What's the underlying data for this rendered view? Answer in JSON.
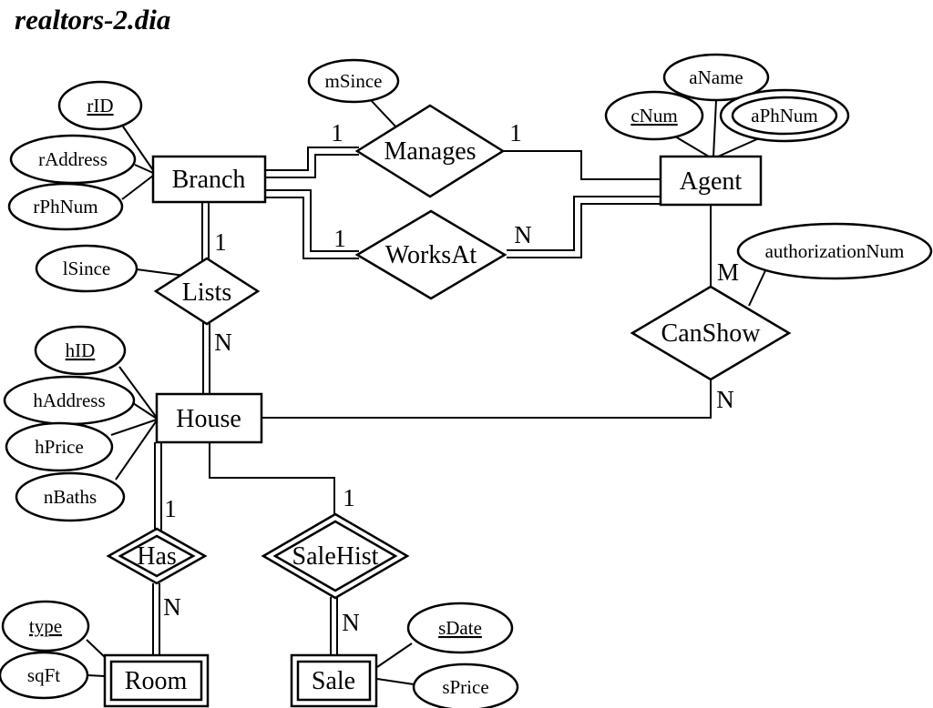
{
  "title": "realtors-2.dia",
  "diagram": {
    "entities": [
      {
        "id": "branch",
        "label": "Branch",
        "weak": false
      },
      {
        "id": "agent",
        "label": "Agent",
        "weak": false
      },
      {
        "id": "house",
        "label": "House",
        "weak": false
      },
      {
        "id": "room",
        "label": "Room",
        "weak": true
      },
      {
        "id": "sale",
        "label": "Sale",
        "weak": true
      }
    ],
    "relationships": [
      {
        "id": "manages",
        "label": "Manages",
        "identifying": false
      },
      {
        "id": "worksat",
        "label": "WorksAt",
        "identifying": false
      },
      {
        "id": "lists",
        "label": "Lists",
        "identifying": false
      },
      {
        "id": "canshow",
        "label": "CanShow",
        "identifying": false
      },
      {
        "id": "has",
        "label": "Has",
        "identifying": true
      },
      {
        "id": "salehist",
        "label": "SaleHist",
        "identifying": true
      }
    ],
    "attributes": [
      {
        "id": "rid",
        "label": "rID",
        "key": true,
        "multivalued": false,
        "owner": "Branch"
      },
      {
        "id": "raddress",
        "label": "rAddress",
        "key": false,
        "multivalued": false,
        "owner": "Branch"
      },
      {
        "id": "rphnum",
        "label": "rPhNum",
        "key": false,
        "multivalued": false,
        "owner": "Branch"
      },
      {
        "id": "msince",
        "label": "mSince",
        "key": false,
        "multivalued": false,
        "owner": "Manages"
      },
      {
        "id": "aname",
        "label": "aName",
        "key": false,
        "multivalued": false,
        "owner": "Agent"
      },
      {
        "id": "cnum",
        "label": "cNum",
        "key": true,
        "multivalued": false,
        "owner": "Agent"
      },
      {
        "id": "aphnum",
        "label": "aPhNum",
        "key": false,
        "multivalued": true,
        "owner": "Agent"
      },
      {
        "id": "lsince",
        "label": "lSince",
        "key": false,
        "multivalued": false,
        "owner": "Lists"
      },
      {
        "id": "authorizationnum",
        "label": "authorizationNum",
        "key": false,
        "multivalued": false,
        "owner": "CanShow"
      },
      {
        "id": "hid",
        "label": "hID",
        "key": true,
        "multivalued": false,
        "owner": "House"
      },
      {
        "id": "haddress",
        "label": "hAddress",
        "key": false,
        "multivalued": false,
        "owner": "House"
      },
      {
        "id": "hprice",
        "label": "hPrice",
        "key": false,
        "multivalued": false,
        "owner": "House"
      },
      {
        "id": "nbaths",
        "label": "nBaths",
        "key": false,
        "multivalued": false,
        "owner": "House"
      },
      {
        "id": "type",
        "label": "type",
        "key": true,
        "multivalued": false,
        "owner": "Room"
      },
      {
        "id": "sqft",
        "label": "sqFt",
        "key": false,
        "multivalued": false,
        "owner": "Room"
      },
      {
        "id": "sdate",
        "label": "sDate",
        "key": true,
        "multivalued": false,
        "owner": "Sale"
      },
      {
        "id": "sprice",
        "label": "sPrice",
        "key": false,
        "multivalued": false,
        "owner": "Sale"
      }
    ],
    "cardinalities": {
      "manages_branch": "1",
      "manages_agent": "1",
      "worksat_branch": "1",
      "worksat_agent": "N",
      "lists_branch": "1",
      "lists_house": "N",
      "canshow_agent": "M",
      "canshow_house": "N",
      "has_house": "1",
      "has_room": "N",
      "salehist_house": "1",
      "salehist_sale": "N"
    },
    "colors": {
      "stroke": "#000000",
      "background": "#ffffff"
    }
  }
}
